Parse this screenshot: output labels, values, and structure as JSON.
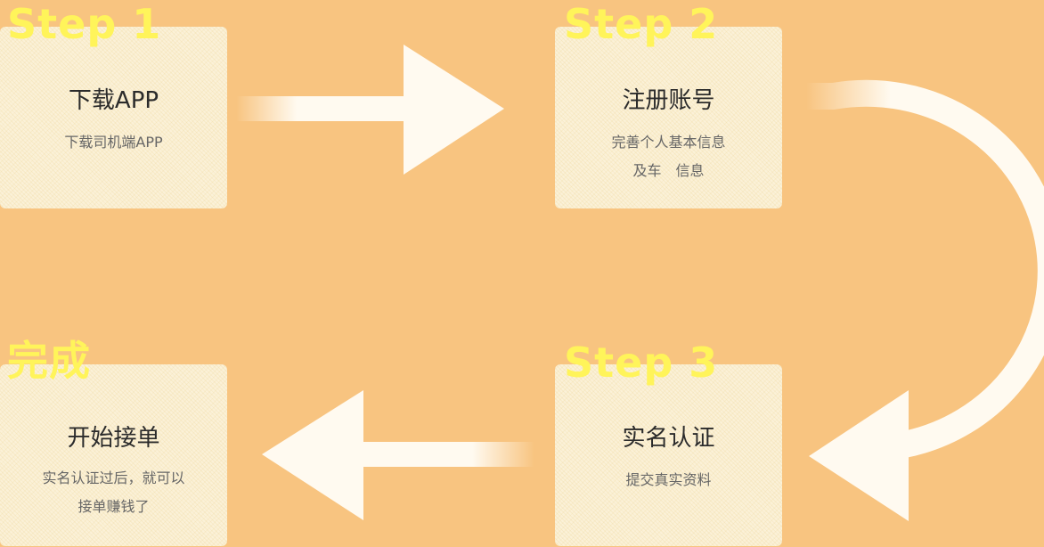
{
  "steps": [
    {
      "step_label": "Step 1",
      "title": "下载APP",
      "lines": [
        "下载司机端APP"
      ]
    },
    {
      "step_label": "Step 2",
      "title": "注册账号",
      "lines": [
        "完善个人基本信息",
        "及车　信息"
      ]
    },
    {
      "step_label": "Step 3",
      "title": "实名认证",
      "lines": [
        "提交真实资料"
      ]
    },
    {
      "step_label": "完成",
      "title": "开始接单",
      "lines": [
        "实名认证过后，就可以",
        "接单赚钱了"
      ]
    }
  ],
  "colors": {
    "background": "#f8c480",
    "card": "#fbf1d8",
    "step_label": "#fff45a",
    "arrow": "#fffaf0"
  }
}
